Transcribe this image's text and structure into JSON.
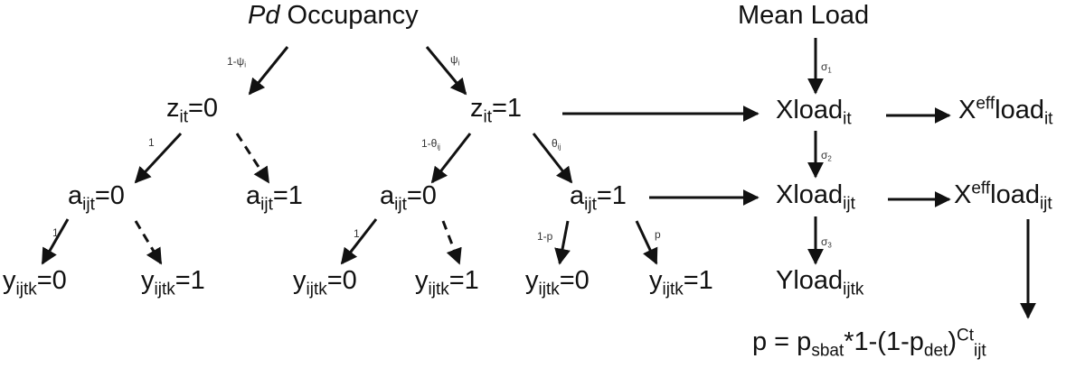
{
  "colors": {
    "ink": "#111111",
    "label": "#333333",
    "background": "#ffffff"
  },
  "nodes": {
    "pd_occupancy": {
      "italic": "Pd",
      "rest": " Occupancy"
    },
    "mean_load": "Mean Load",
    "z0": {
      "base": "z",
      "sub": "it",
      "rest": "=0"
    },
    "z1": {
      "base": "z",
      "sub": "it",
      "rest": "=1"
    },
    "a0_left": {
      "base": "a",
      "sub": "ijt",
      "rest": "=0"
    },
    "a1_left": {
      "base": "a",
      "sub": "ijt",
      "rest": "=1"
    },
    "a0_mid": {
      "base": "a",
      "sub": "ijt",
      "rest": "=0"
    },
    "a1_mid": {
      "base": "a",
      "sub": "ijt",
      "rest": "=1"
    },
    "y_1": {
      "base": "y",
      "sub": "ijtk",
      "rest": "=0"
    },
    "y_2": {
      "base": "y",
      "sub": "ijtk",
      "rest": "=1"
    },
    "y_3": {
      "base": "y",
      "sub": "ijtk",
      "rest": "=0"
    },
    "y_4": {
      "base": "y",
      "sub": "ijtk",
      "rest": "=1"
    },
    "y_5": {
      "base": "y",
      "sub": "ijtk",
      "rest": "=0"
    },
    "y_6": {
      "base": "y",
      "sub": "ijtk",
      "rest": "=1"
    },
    "xload_it": {
      "base": "Xload",
      "sub": "it"
    },
    "xeff_load_it": {
      "base": "X",
      "sup": "eff",
      "mid": "load",
      "sub": "it"
    },
    "xload_ijt": {
      "base": "Xload",
      "sub": "ijt"
    },
    "xeff_load_ijt": {
      "base": "X",
      "sup": "eff",
      "mid": "load",
      "sub": "ijt"
    },
    "yload_ijtk": {
      "base": "Yload",
      "sub": "ijtk"
    },
    "p_formula": {
      "p1": "p = p",
      "sub1": "sbat",
      "p2": "*1-(1-p",
      "sub2": "det",
      "p3": ")",
      "sup1": "Ct",
      "sub3": "ijt"
    }
  },
  "edge_labels": {
    "one_minus_psi": {
      "text": "1-ψ",
      "sub": "i"
    },
    "psi": {
      "text": "ψ",
      "sub": "i"
    },
    "sigma1": {
      "text": "σ",
      "sub": "1"
    },
    "sigma2": {
      "text": "σ",
      "sub": "2"
    },
    "sigma3": {
      "text": "σ",
      "sub": "3"
    },
    "one_z0": "1",
    "one_minus_theta": {
      "text": "1-θ",
      "sub": "ij"
    },
    "theta": {
      "text": "θ",
      "sub": "ij"
    },
    "one_a0_left": "1",
    "one_a0_mid": "1",
    "one_minus_p": "1-p",
    "p": "p"
  }
}
